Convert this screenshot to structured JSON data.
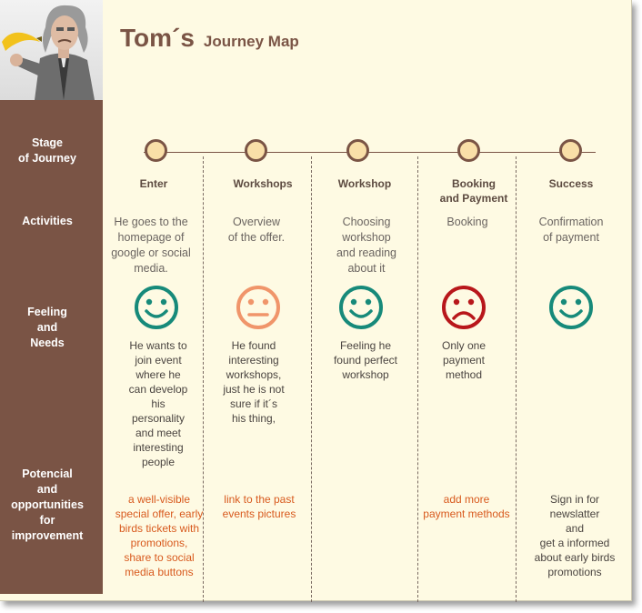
{
  "title": {
    "name": "Tom´s",
    "subtitle": "Journey Map"
  },
  "rows": {
    "stage": "Stage\nof Journey",
    "activities": "Activities",
    "feeling": "Feeling\nand\nNeeds",
    "opportunities": "Potencial\nand\nopportunities\nfor\nimprovement"
  },
  "stages": [
    {
      "name": "Enter",
      "activity": "He goes to the\nhomepage of\ngoogle or social\nmedia.",
      "emotion": "happy-face-icon",
      "feeling": "He wants to\njoin event\nwhere he\ncan develop\nhis\npersonality\nand meet\ninteresting\npeople",
      "opportunity": "a well-visible\nspecial offer, early\nbirds tickets with\npromotions,\nshare to social\nmedia buttons"
    },
    {
      "name": "Workshops",
      "activity": "Overview\nof the offer.",
      "emotion": "neutral-face-icon",
      "feeling": "He found\ninteresting\nworkshops,\njust he is not\nsure if it´s\nhis thing,",
      "opportunity": "link to the past\nevents pictures"
    },
    {
      "name": "Workshop",
      "activity": "Choosing\nworkshop\nand reading\nabout it",
      "emotion": "happy-face-icon",
      "feeling": "Feeling he\nfound perfect\nworkshop",
      "opportunity": ""
    },
    {
      "name": "Booking\nand Payment",
      "activity": "Booking",
      "emotion": "sad-face-icon",
      "feeling": "Only one\npayment\nmethod",
      "opportunity": "add more\npayment methods"
    },
    {
      "name": "Success",
      "activity": "Confirmation\nof payment",
      "emotion": "happy-face-icon",
      "feeling": "",
      "opportunity": "Sign in for\nnewslatter\nand\nget a informed\nabout early birds\npromotions"
    }
  ],
  "colors": {
    "brown": "#7a5445",
    "happy": "#178a7a",
    "neutral": "#f0956a",
    "sad": "#b8171b",
    "node_fill": "#f9dfa8",
    "opportunity_text": "#d85a1e"
  }
}
